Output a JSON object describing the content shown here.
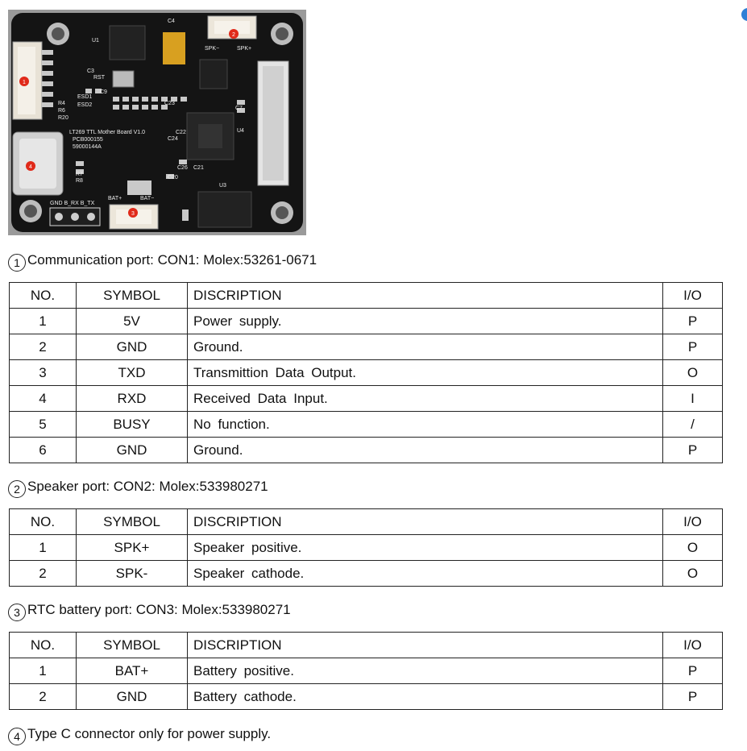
{
  "board": {
    "silk_title": "LT269 TTL Mother Board V1.0",
    "silk_pcb": "PCB000155",
    "silk_code": "59000144A",
    "silk_spk_minus": "SPK−",
    "silk_spk_plus": "SPK+",
    "silk_bat_plus": "BAT+",
    "silk_bat_minus": "BAT−",
    "silk_pins": "GND B_RX B_TX",
    "silk_rst": "RST",
    "silk_esd1": "ESD1",
    "silk_esd2": "ESD2",
    "silk_r4": "R4",
    "silk_r6": "R6",
    "silk_r20": "R20",
    "silk_r7": "R7",
    "silk_r8": "R8",
    "silk_c3": "C3",
    "silk_c4": "C4",
    "silk_c7": "C7",
    "silk_c9": "C9",
    "silk_c20": "C20",
    "silk_c21": "C21",
    "silk_c22": "C22",
    "silk_c23": "C23",
    "silk_c24": "C24",
    "silk_c26": "C26",
    "silk_u1": "U1",
    "silk_u3": "U3",
    "silk_u4": "U4",
    "marker_1": "1",
    "marker_2": "2",
    "marker_3": "3",
    "marker_4": "4",
    "marker_color": "#e02a1a"
  },
  "columns": {
    "no": "NO.",
    "symbol": "SYMBOL",
    "desc": "DISCRIPTION",
    "io": "I/O"
  },
  "section1": {
    "num": "1",
    "title": "Communication port: CON1: Molex:53261-0671",
    "rows": [
      {
        "no": "1",
        "symbol": "5V",
        "desc": "Power supply.",
        "io": "P"
      },
      {
        "no": "2",
        "symbol": "GND",
        "desc": "Ground.",
        "io": "P"
      },
      {
        "no": "3",
        "symbol": "TXD",
        "desc": "Transmittion Data Output.",
        "io": "O"
      },
      {
        "no": "4",
        "symbol": "RXD",
        "desc": "Received Data Input.",
        "io": "I"
      },
      {
        "no": "5",
        "symbol": "BUSY",
        "desc": "No function.",
        "io": "/"
      },
      {
        "no": "6",
        "symbol": "GND",
        "desc": "Ground.",
        "io": "P"
      }
    ]
  },
  "section2": {
    "num": "2",
    "title": "Speaker port: CON2: Molex:533980271",
    "rows": [
      {
        "no": "1",
        "symbol": "SPK+",
        "desc": "Speaker positive.",
        "io": "O"
      },
      {
        "no": "2",
        "symbol": "SPK-",
        "desc": "Speaker cathode.",
        "io": "O"
      }
    ]
  },
  "section3": {
    "num": "3",
    "title": "RTC battery port: CON3: Molex:533980271",
    "rows": [
      {
        "no": "1",
        "symbol": "BAT+",
        "desc": "Battery positive.",
        "io": "P"
      },
      {
        "no": "2",
        "symbol": "GND",
        "desc": "Battery cathode.",
        "io": "P"
      }
    ]
  },
  "section4": {
    "num": "4",
    "title": "Type C connector only for power supply."
  }
}
